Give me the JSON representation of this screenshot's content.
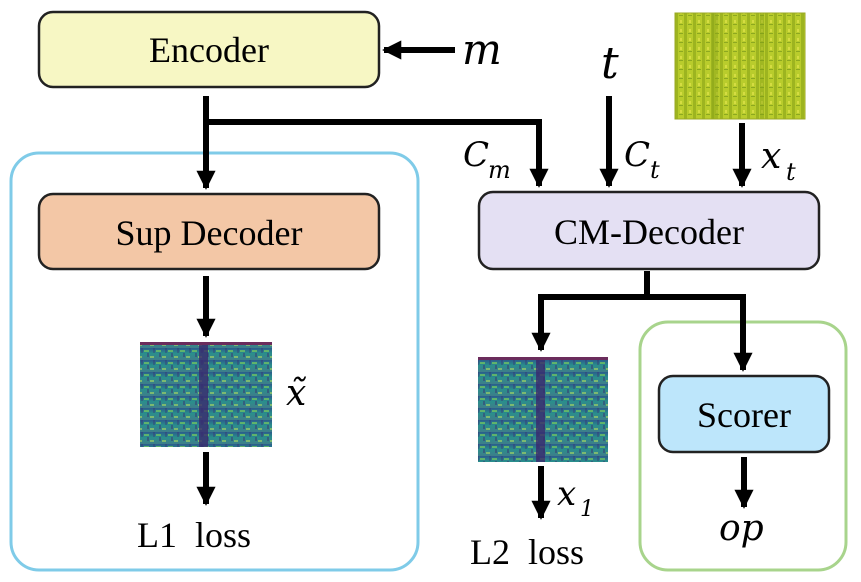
{
  "blocks": {
    "encoder": "Encoder",
    "sup_decoder": "Sup Decoder",
    "cm_decoder": "CM-Decoder",
    "scorer": "Scorer"
  },
  "inputs": {
    "m": "m",
    "t": "t"
  },
  "edge_labels": {
    "c_m_base": "C",
    "c_m_sub": "m",
    "c_t_base": "C",
    "c_t_sub": "t",
    "x_t_base": "x",
    "x_t_sub": "t",
    "x_tilde": "x̃",
    "x_1_base": "x",
    "x_1_sub": "1"
  },
  "outputs": {
    "l1": "L1  loss",
    "l2": "L2  loss",
    "op": "op"
  },
  "colors": {
    "encoder_fill": "#f7f7c4",
    "sup_decoder_fill": "#f3c7a6",
    "cm_decoder_fill": "#e4e0f3",
    "scorer_fill": "#bde6fb",
    "left_panel_border": "#7fcbe8",
    "right_panel_border": "#a8d48c",
    "spectrogram_dark": "#3a2a6e",
    "spectrogram_mid": "#2a8f8c",
    "spectrogram_bright": "#9bdd5a",
    "input_spectrogram_dark": "#8aa417",
    "input_spectrogram_bright": "#e2e34b"
  },
  "icons": {
    "input_spectrogram": "input-spectrogram",
    "output_spectrogram": "mel-spectrogram"
  }
}
